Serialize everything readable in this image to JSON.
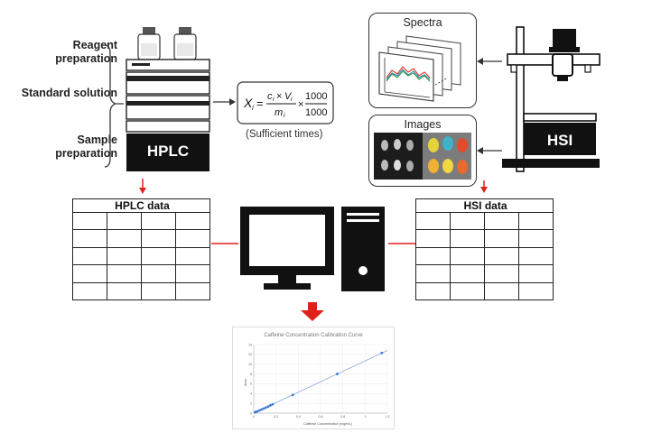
{
  "steps": [
    "Reagent preparation",
    "Standard solution",
    "Sample preparation"
  ],
  "hplc": {
    "label": "HPLC",
    "table_title": "HPLC data"
  },
  "formula": {
    "note": "(Sufficient times)"
  },
  "spectra": {
    "title": "Spectra"
  },
  "images": {
    "title": "Images"
  },
  "hsi": {
    "label": "HSI",
    "table_title": "HSI data"
  },
  "calibration": {
    "title": "Caffeine Concentration Calibration Curve",
    "xlabel": "Caffeine Concentration (mg/mL)",
    "ylabel": "Area"
  },
  "chart_data": {
    "type": "scatter",
    "title": "Caffeine Concentration Calibration Curve",
    "xlabel": "Caffeine Concentration (mg/mL)",
    "ylabel": "Area",
    "xlim": [
      0,
      1.2
    ],
    "ylim": [
      0,
      14
    ],
    "xticks": [
      "0",
      "0.2",
      "0.4",
      "0.6",
      "0.8",
      "1",
      "1.2"
    ],
    "yticks": [
      "0",
      "2",
      "4",
      "6",
      "8",
      "10",
      "12",
      "14"
    ],
    "grid": true,
    "x": [
      0.01,
      0.02,
      0.03,
      0.05,
      0.07,
      0.09,
      0.11,
      0.13,
      0.15,
      0.17,
      0.35,
      0.75,
      1.15
    ],
    "y": [
      0.15,
      0.25,
      0.35,
      0.55,
      0.75,
      0.95,
      1.15,
      1.35,
      1.6,
      1.8,
      3.7,
      8.0,
      12.3
    ],
    "fit_line": {
      "x": [
        0,
        1.2
      ],
      "y": [
        0,
        12.8
      ]
    }
  },
  "colors": {
    "arrow_red": "#e0211a",
    "point_blue": "#3a78d8",
    "line_dark": "#111111"
  }
}
